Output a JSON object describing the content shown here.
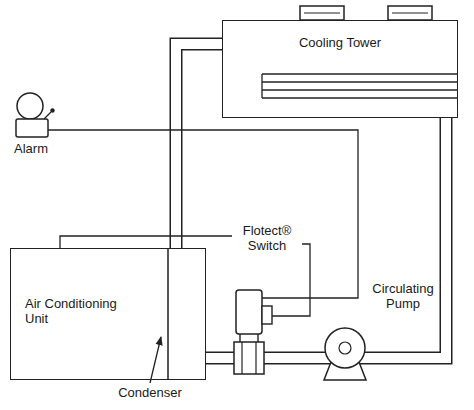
{
  "diagram": {
    "nodes": [
      {
        "text": [
          "Cooling Tower"
        ]
      },
      {
        "text": [
          "Air Conditioning Unit"
        ]
      }
    ],
    "edges": [
      {
        "from": 1,
        "to": 0,
        "arrow": "none"
      },
      {
        "from": 0,
        "to": 1,
        "arrow": "none"
      }
    ],
    "labels": [
      "Alarm",
      "Flotect® Switch",
      "Circulating Pump",
      "Condenser"
    ]
  }
}
